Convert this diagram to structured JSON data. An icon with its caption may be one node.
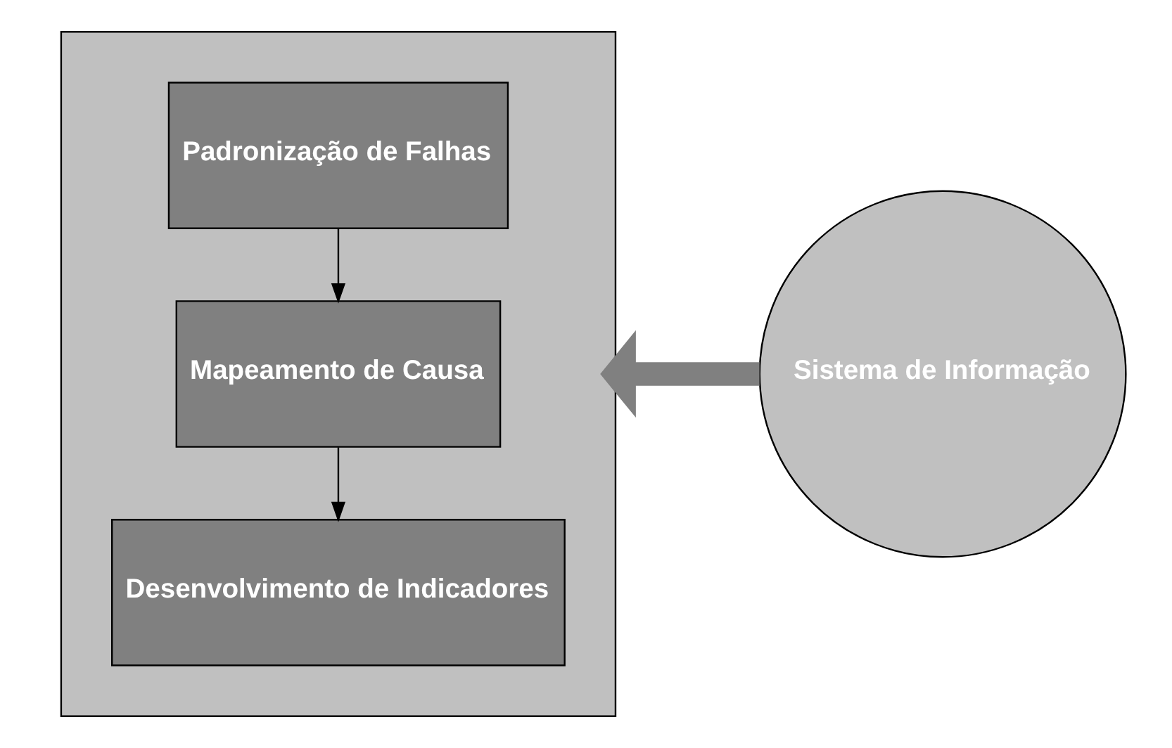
{
  "diagram": {
    "nodes": [
      {
        "text": [],
        "shape": "box"
      },
      {
        "text": [
          "Padronização de Falhas"
        ],
        "in": 0
      },
      {
        "text": [
          "Mapeamento de Causa"
        ],
        "in": 0
      },
      {
        "text": [
          "Desenvolvimento de Indicadores"
        ],
        "in": 0
      },
      {
        "text": [
          "Sistema de Informação"
        ]
      }
    ],
    "edges": [
      {
        "from": 1,
        "to": 2,
        "arrow": "to"
      },
      {
        "from": 2,
        "to": 3,
        "arrow": "to"
      },
      {
        "from": 4,
        "to": 0,
        "arrow": "to",
        "style": "thick",
        "color": "#808080"
      }
    ]
  }
}
